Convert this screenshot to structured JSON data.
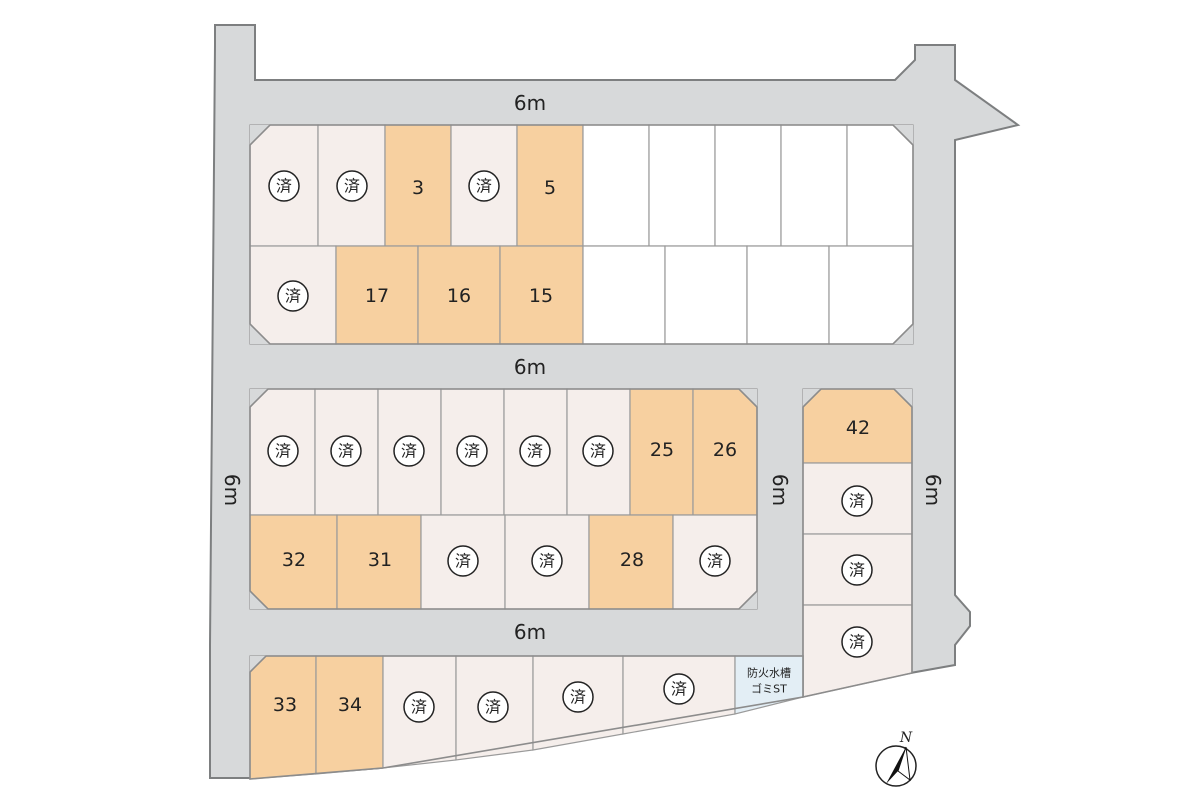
{
  "road_width_label": "6m",
  "sold_mark": "済",
  "lot_labels": {
    "lot_3": "3",
    "lot_5": "5",
    "lot_15": "15",
    "lot_16": "16",
    "lot_17": "17",
    "lot_25": "25",
    "lot_26": "26",
    "lot_28": "28",
    "lot_31": "31",
    "lot_32": "32",
    "lot_33": "33",
    "lot_34": "34",
    "lot_42": "42"
  },
  "facility": {
    "line1": "防火水槽",
    "line2": "ゴミST"
  },
  "compass": {
    "label": "N",
    "icon": "north-arrow-icon"
  },
  "colors": {
    "road": "#d7d9da",
    "available_lot": "#f7d0a0",
    "sold_lot": "#f5eeeb",
    "unlisted_lot": "#ffffff",
    "facility": "#e3eef5"
  }
}
